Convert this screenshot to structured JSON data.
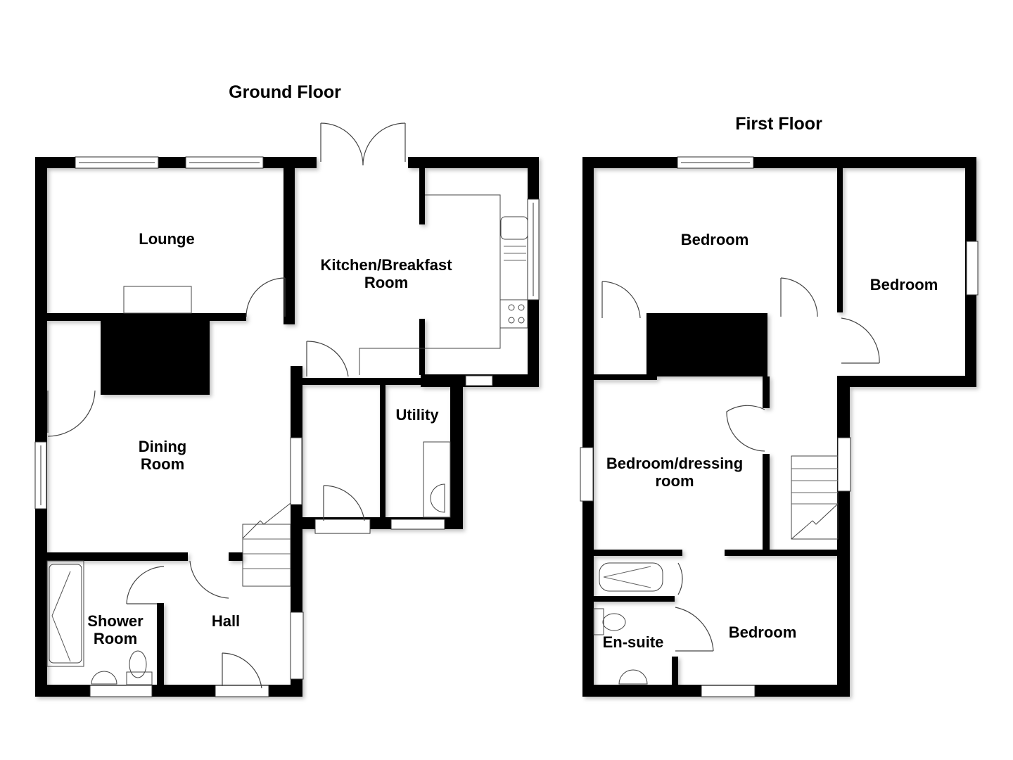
{
  "floors": [
    {
      "title": "Ground Floor",
      "rooms": [
        {
          "label_line1": "Lounge",
          "label_line2": ""
        },
        {
          "label_line1": "Kitchen/Breakfast",
          "label_line2": "Room"
        },
        {
          "label_line1": "Dining",
          "label_line2": "Room"
        },
        {
          "label_line1": "Utility",
          "label_line2": ""
        },
        {
          "label_line1": "Shower",
          "label_line2": "Room"
        },
        {
          "label_line1": "Hall",
          "label_line2": ""
        }
      ]
    },
    {
      "title": "First Floor",
      "rooms": [
        {
          "label_line1": "Bedroom",
          "label_line2": ""
        },
        {
          "label_line1": "Bedroom",
          "label_line2": ""
        },
        {
          "label_line1": "Bedroom/dressing",
          "label_line2": "room"
        },
        {
          "label_line1": "Bedroom",
          "label_line2": ""
        },
        {
          "label_line1": "En-suite",
          "label_line2": ""
        }
      ]
    }
  ],
  "colors": {
    "wall": "#000000",
    "background": "#ffffff",
    "fixture_stroke": "#444444"
  }
}
